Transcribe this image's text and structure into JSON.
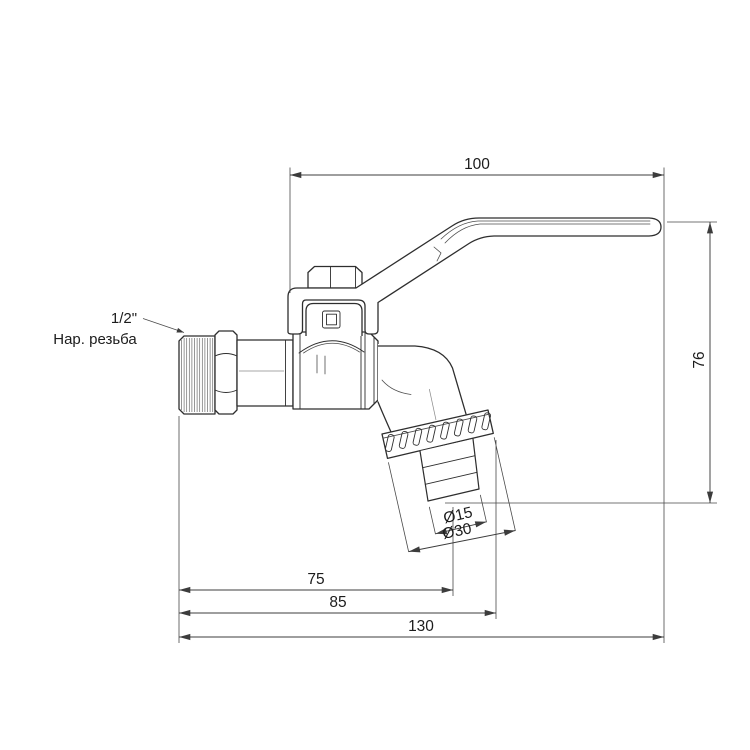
{
  "colors": {
    "outline": "#2e2e2e",
    "dimension": "#3c3c3c",
    "text": "#1c1c1c",
    "thread": "#6a6a6a",
    "background": "#ffffff"
  },
  "labels": {
    "thread_size": "1/2\"",
    "thread_type": "Нар. резьба"
  },
  "dimensions": {
    "handle_length": "100",
    "overall_height": "76",
    "inlet_to_spout_center": "75",
    "inlet_to_cap_edge": "85",
    "overall_length": "130",
    "barb_diameter": "Ø15",
    "cap_diameter": "Ø30"
  }
}
